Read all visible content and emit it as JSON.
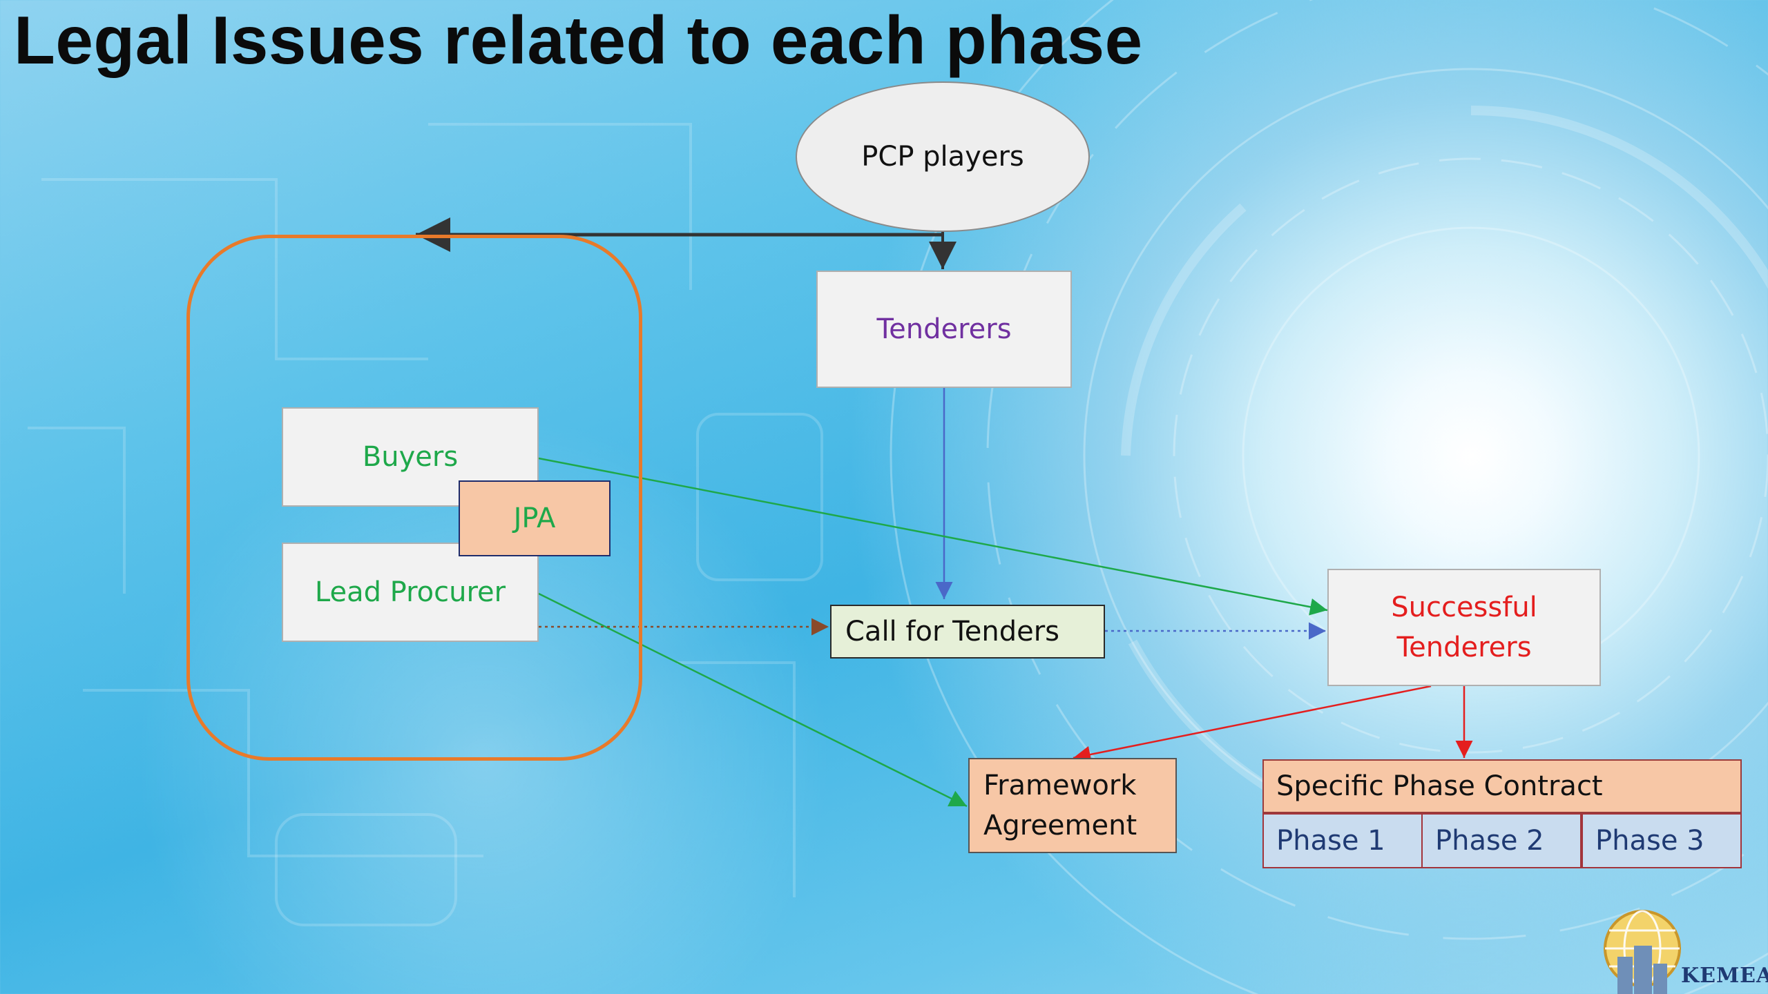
{
  "slide": {
    "title": "Legal Issues related to each phase"
  },
  "nodes": {
    "pcp_players": "PCP players",
    "tenderers": "Tenderers",
    "buyers": "Buyers",
    "jpa": "JPA",
    "lead_procurer": "Lead Procurer",
    "call_for_tenders": "Call for Tenders",
    "successful_line1": "Successful",
    "successful_line2": "Tenderers",
    "framework_line1": "Framework",
    "framework_line2": "Agreement",
    "specific_phase_contract": "Specific Phase Contract",
    "phases": [
      "Phase 1",
      "Phase 2",
      "Phase 3"
    ]
  },
  "logo": {
    "text": "KEMEA"
  },
  "colors": {
    "group_frame": "#e87a2a",
    "green_text": "#1ea84a",
    "purple_text": "#7030a0",
    "red_text": "#e41e1e",
    "peach_fill": "#f7c7a6",
    "phase_fill": "#c9dcef",
    "call_fill": "#e6f0d8"
  }
}
